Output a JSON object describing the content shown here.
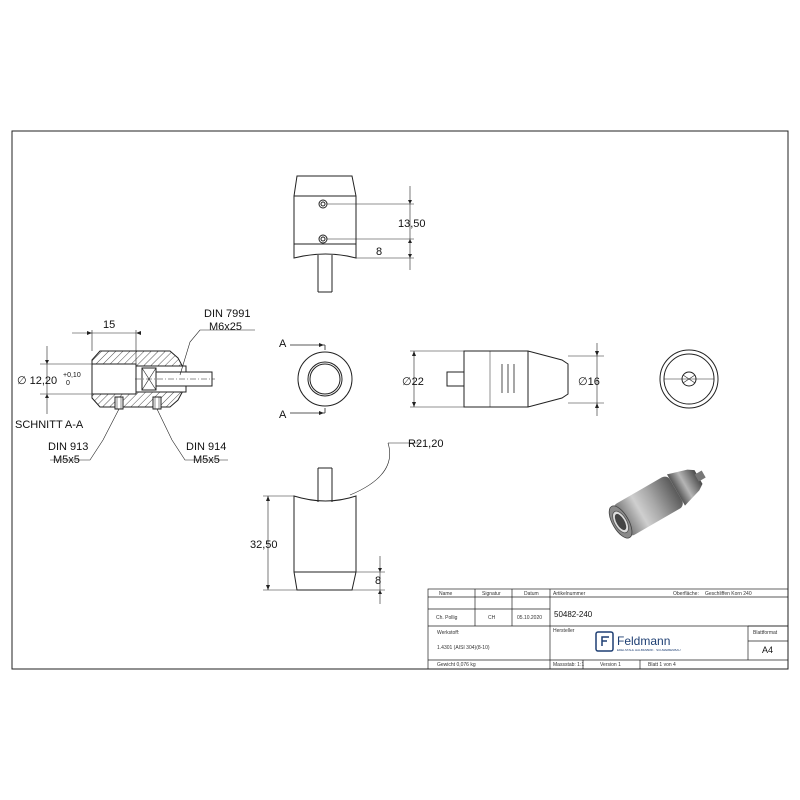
{
  "views": {
    "top": {
      "dim_hole_spacing": "13,50",
      "dim_edge": "8"
    },
    "section": {
      "dim_length": "15",
      "screw_label_1": "DIN 7991",
      "screw_label_2": "M6x25",
      "dia_bore": "∅ 12,20",
      "tol_upper": "+0,10",
      "tol_lower": "0",
      "title": "SCHNITT A-A",
      "left_screw_1": "DIN 913",
      "left_screw_2": "M5x5",
      "right_screw_1": "DIN 914",
      "right_screw_2": "M5x5"
    },
    "end_view": {
      "cut_label_top": "A",
      "cut_label_bottom": "A"
    },
    "side": {
      "dia_large": "∅22",
      "dia_small": "∅16"
    },
    "bottom": {
      "radius": "R21,20",
      "height": "32,50",
      "dim_edge": "8"
    }
  },
  "title_block": {
    "header": [
      "Name",
      "Signatur",
      "Datum"
    ],
    "name": "Ch. Pollig",
    "signature": "CH",
    "date": "05.10.2020",
    "article_label": "Artikelnummer",
    "article_number": "50482-240",
    "surface_label": "Oberfläche:",
    "surface_value": "Geschliffen Korn 240",
    "material_label": "Werkstoff:",
    "material_value": "1.4301 (AISI 304)(8-10)",
    "manufacturer_label": "Hersteller",
    "logo_text": "Feldmann",
    "logo_sub": "EDELSTAHL HALBFABRIK · SCHWEIBENBAU",
    "sheet_format_label": "Blattformat",
    "sheet_format": "A4",
    "weight": "Gewicht 0,076 kg",
    "scale": "Massstab: 1:1",
    "version": "Version 1",
    "sheet": "Blatt 1 von 4"
  }
}
